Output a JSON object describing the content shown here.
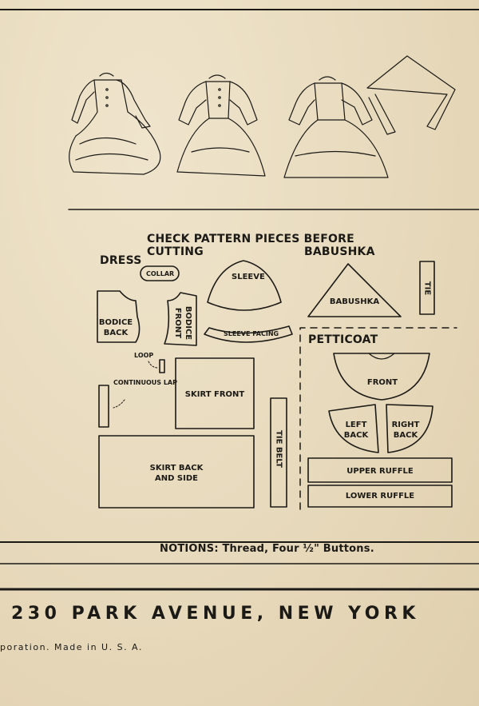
{
  "heading": "CHECK PATTERN PIECES BEFORE CUTTING",
  "sections": {
    "dress": "DRESS",
    "babushka": "BABUSHKA",
    "petticoat": "PETTICOAT"
  },
  "pieces": {
    "collar": "COLLAR",
    "sleeve": "SLEEVE",
    "bodice_back_1": "BODICE",
    "bodice_back_2": "BACK",
    "bodice_front_1": "BODICE",
    "bodice_front_2": "FRONT",
    "sleeve_facing": "SLEEVE FACING",
    "loop": "LOOP",
    "continuous_lap": "CONTINUOUS LAP",
    "skirt_front": "SKIRT FRONT",
    "skirt_back_1": "SKIRT BACK",
    "skirt_back_2": "AND SIDE",
    "tie_belt": "TIE BELT",
    "babushka": "BABUSHKA",
    "tie": "TIE",
    "front": "FRONT",
    "left_back_1": "LEFT",
    "left_back_2": "BACK",
    "right_back_1": "RIGHT",
    "right_back_2": "BACK",
    "upper_ruffle": "UPPER RUFFLE",
    "lower_ruffle": "LOWER RUFFLE"
  },
  "notions": "NOTIONS: Thread, Four ½\" Buttons.",
  "address": "230 PARK AVENUE, NEW YORK",
  "footer_note": "poration. Made in U. S. A."
}
